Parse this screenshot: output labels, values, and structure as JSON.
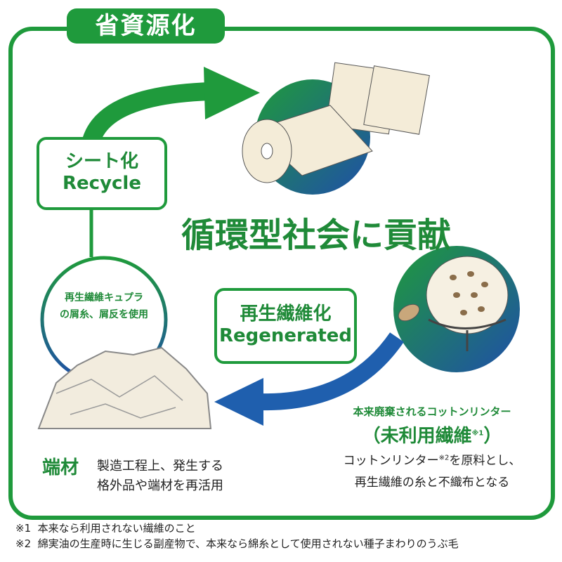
{
  "title": "省資源化",
  "center_slogan": "循環型社会に貢献",
  "recycle_box": {
    "jp": "シート化",
    "en": "Recycle"
  },
  "regen_box": {
    "jp": "再生繊維化",
    "en": "Regenerated"
  },
  "left_circle": {
    "line1": "再生繊維キュプラ",
    "line2": "の屑糸、屑反を使用"
  },
  "scraps": {
    "label": "端材",
    "line1": "製造工程上、発生する",
    "line2": "格外品や端材を再活用"
  },
  "cotton": {
    "heading": "本来廃棄されるコットンリンター",
    "sub_open": "（",
    "sub": "未利用繊維",
    "sub_note": "※1",
    "sub_close": "）",
    "line1_a": "コットンリンター",
    "line1_note": "※2",
    "line1_b": "を原料とし、",
    "line2": "再生繊維の糸と不織布となる"
  },
  "footnotes": [
    {
      "mark": "※1",
      "text": "本来なら利用されない繊維のこと"
    },
    {
      "mark": "※2",
      "text": "綿実油の生産時に生じる副産物で、本来なら綿糸として使用されない種子まわりのうぶ毛"
    }
  ],
  "colors": {
    "green": "#1f9a3c",
    "blue": "#1f5fae"
  }
}
